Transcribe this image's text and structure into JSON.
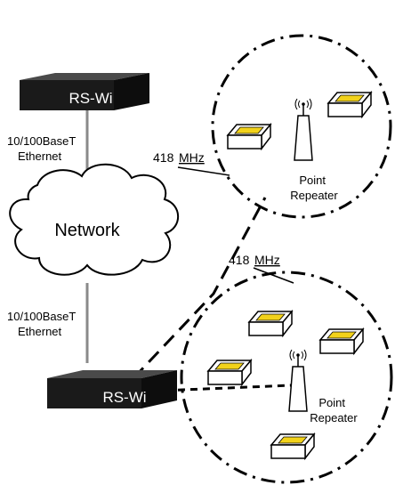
{
  "devices": [
    {
      "id": "top",
      "label": "RS-Wi"
    },
    {
      "id": "bottom",
      "label": "RS-Wi"
    }
  ],
  "network": {
    "label": "Network"
  },
  "ethernet_labels": [
    {
      "line1": "10/100BaseT",
      "line2": "Ethernet"
    },
    {
      "line1": "10/100BaseT",
      "line2": "Ethernet"
    }
  ],
  "frequency_labels": [
    {
      "value": "418",
      "unit": "MHz"
    },
    {
      "value": "418",
      "unit": "MHz"
    }
  ],
  "repeater_labels": [
    {
      "line1": "Point",
      "line2": "Repeater"
    },
    {
      "line1": "Point",
      "line2": "Repeater"
    }
  ],
  "colors": {
    "device_body": "#1a1a1a",
    "sensor_fill": "#f2d21a",
    "line": "#000000",
    "ethernet_line": "#8a8a8a"
  }
}
